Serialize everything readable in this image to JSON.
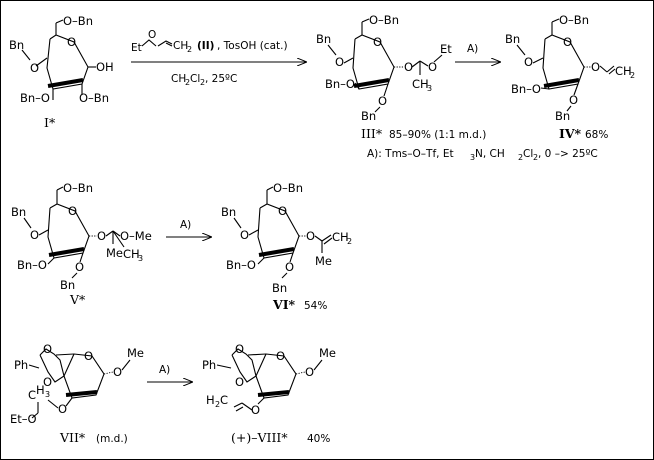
{
  "scheme": {
    "step1": {
      "reagent_line1_prefix": "Et",
      "reagent_line1_o": "O",
      "reagent_line1_ch2": "CH",
      "reagent_line1_sub2": "2",
      "reagent_line1_label": "(II)",
      "reagent_line1_cat": ", TosOH (cat.)",
      "conditions_solvent": "CH",
      "conditions_sub2": "2",
      "conditions_cl": "Cl",
      "conditions_sub2b": "2",
      "conditions_temp": ", 25ºC"
    },
    "arrow_label_A": "A)",
    "note_A": {
      "text": "A): Tms–O–Tf, Et",
      "sub3": "3",
      "n": "N,  CH",
      "sub2": "2",
      "cl": "Cl",
      "sub2b": "2",
      "range": ",  0  –>  25ºC"
    }
  },
  "atoms": {
    "o": "O",
    "bn": "Bn",
    "obn": "O–Bn",
    "bno": "Bn–O",
    "oh": "OH",
    "et": "Et",
    "ch3": "CH",
    "sub3": "3",
    "ome": "O–Me",
    "me": "Me",
    "ph": "Ph",
    "h2c": "H",
    "sub2": "2",
    "c": "C",
    "eto": "Et–O",
    "ch2": "CH",
    "h2c_c": "C"
  },
  "compounds": {
    "c1": {
      "label": "I*"
    },
    "c3": {
      "label": "III*",
      "yield": "85–90% (1:1 m.d.)"
    },
    "c4": {
      "label": "IV*",
      "yield": "68%"
    },
    "c5": {
      "label": "V*"
    },
    "c6": {
      "label": "VI*",
      "yield": "54%"
    },
    "c7": {
      "label": "VII*",
      "yield": "(m.d.)"
    },
    "c8": {
      "label": "(+)–VIII*",
      "yield": "40%"
    }
  }
}
